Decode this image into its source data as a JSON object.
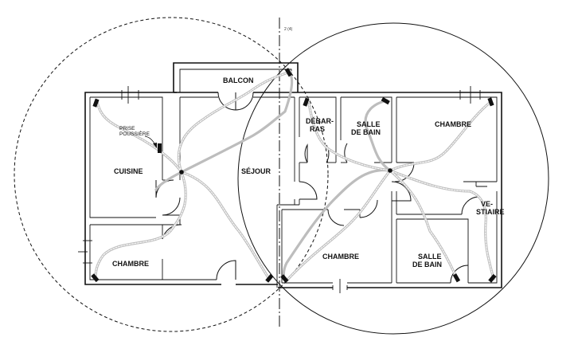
{
  "diagram": {
    "top_note": "2 (4)",
    "rooms": {
      "balcon": "BALCON",
      "cuisine": "CUISINE",
      "chambre_left": "CHAMBRE",
      "sejour": "SÉJOUR",
      "debarras_1": "DÉBAR-",
      "debarras_2": "RAS",
      "salle_de_bain_top_1": "SALLE",
      "salle_de_bain_top_2": "DE BAIN",
      "chambre_top_right": "CHAMBRE",
      "vestiaire_1": "VE-",
      "vestiaire_2": "STIAIRE",
      "chambre_bottom": "CHAMBRE",
      "salle_de_bain_bottom_1": "SALLE",
      "salle_de_bain_bottom_2": "DE BAIN"
    },
    "annotation": {
      "line1": "PRISE",
      "line2": "POUSSIÈRE"
    },
    "colors": {
      "walls": "#111111",
      "hose": "#bdbdbd",
      "background": "#ffffff"
    }
  }
}
